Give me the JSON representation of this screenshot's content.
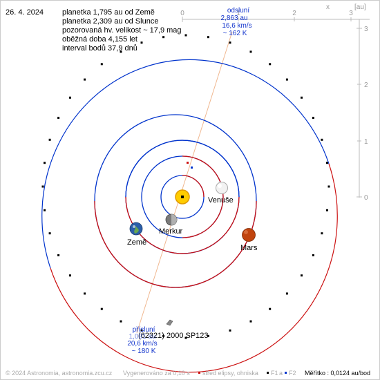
{
  "header": {
    "date": "26. 4. 2024",
    "info_lines": [
      "planetka 1,795 au od Země",
      "planetka 2,309 au od Slunce",
      "pozorovaná hv. velikost ~ 17,9 mag",
      "oběžná doba 4,155 let",
      "interval bodů 37,9 dnů"
    ]
  },
  "axes": {
    "x_label": "x",
    "unit_label": "[au]",
    "x_ticks": [
      "0",
      "1",
      "2",
      "3"
    ],
    "y_ticks": [
      "3",
      "2",
      "1",
      "0"
    ]
  },
  "bodies": {
    "venus": "Venuše",
    "earth": "Země",
    "mercury": "Merkur",
    "mars": "Mars",
    "asteroid": "(62321) 2000 SP123"
  },
  "aphelion": {
    "label": "odsluní",
    "distance": "2,863 au",
    "speed": "16,6 km/s",
    "temperature": "~ 162 K"
  },
  "perihelion": {
    "label": "přísluní",
    "distance": "1,081 au",
    "speed": "20,6 km/s",
    "temperature": "~ 180 K"
  },
  "footer": {
    "copyright": "© 2024 Astronomia, astronomia.zcu.cz",
    "rendered": "Vygenerováno za 0,10 s",
    "center_legend": "střed elipsy, ohniska",
    "f1": "F1",
    "a_label": "a",
    "f2": "F2",
    "scale": "Měřítko : 0,0124 au/bod"
  },
  "colors": {
    "orbit_blue": "#0033cc",
    "orbit_red": "#cc1111",
    "axis_gray": "#bbbbbb",
    "axis_text_gray": "#999999",
    "annotation_blue": "#1133cc",
    "sun_yellow": "#ffcc00",
    "mars_red": "#c1440e",
    "conjunction_line": "#f0b890"
  }
}
